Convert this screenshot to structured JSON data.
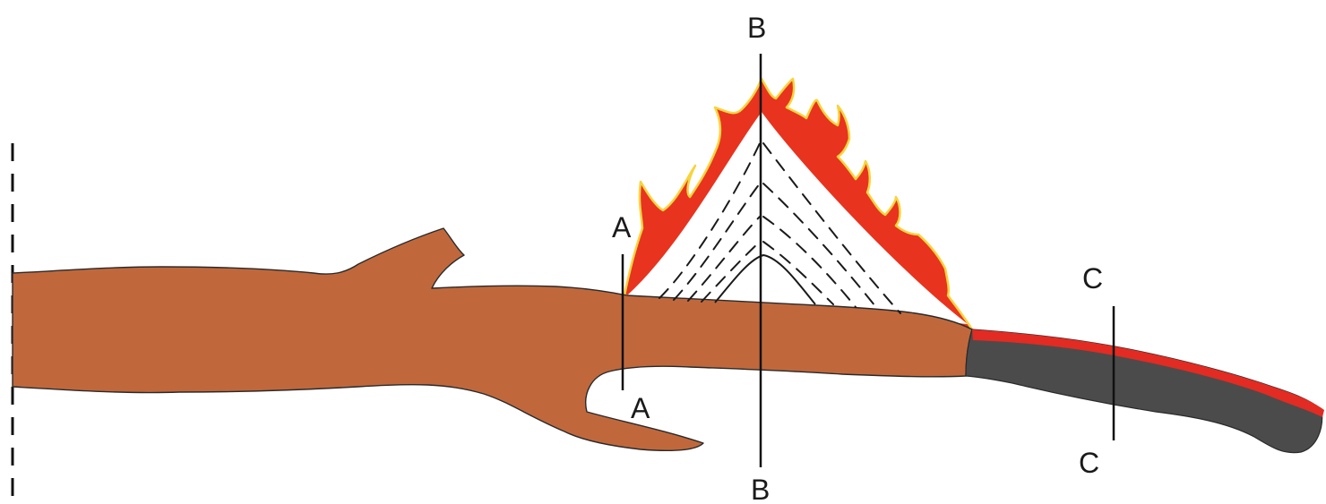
{
  "sections": {
    "a_top": "A",
    "a_bottom": "A",
    "b_top": "B",
    "b_bottom": "B",
    "c_top": "C",
    "c_bottom": "C"
  },
  "colors": {
    "branch": "#c0683c",
    "flame": "#e8331f",
    "flame_edge": "#f6d43c",
    "char": "#4b4b4b",
    "ember": "#e22b22",
    "line": "#111111"
  }
}
